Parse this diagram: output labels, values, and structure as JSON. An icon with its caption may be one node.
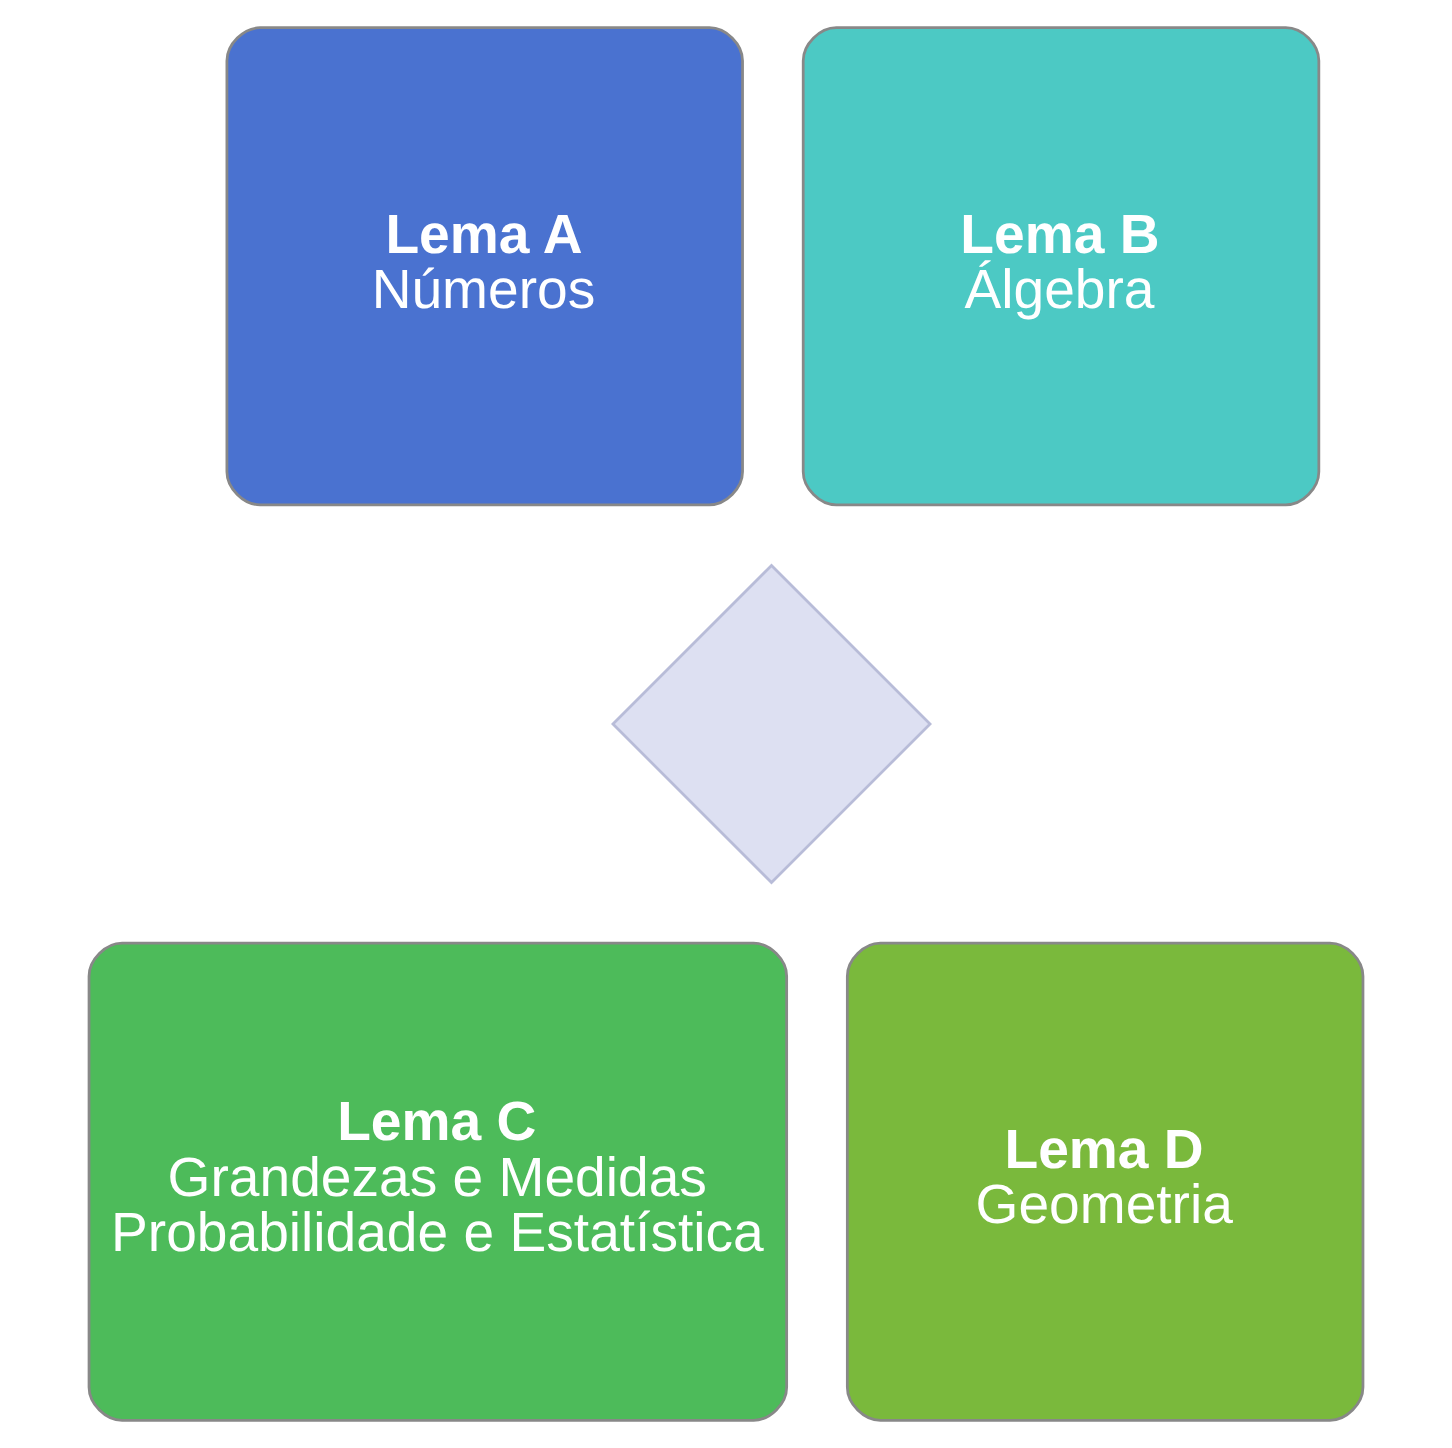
{
  "diagram": {
    "nodes": [
      {
        "text": [],
        "shape": "diamond"
      },
      {
        "text": [
          "Lema A",
          "Números"
        ]
      },
      {
        "text": [
          "Lema B",
          "Álgebra"
        ]
      },
      {
        "text": [
          "Lema C",
          "Grandezas e Medidas",
          "Probabilidade e Estatística"
        ]
      },
      {
        "text": [
          "Lema D",
          "Geometria"
        ]
      }
    ],
    "edges": []
  }
}
